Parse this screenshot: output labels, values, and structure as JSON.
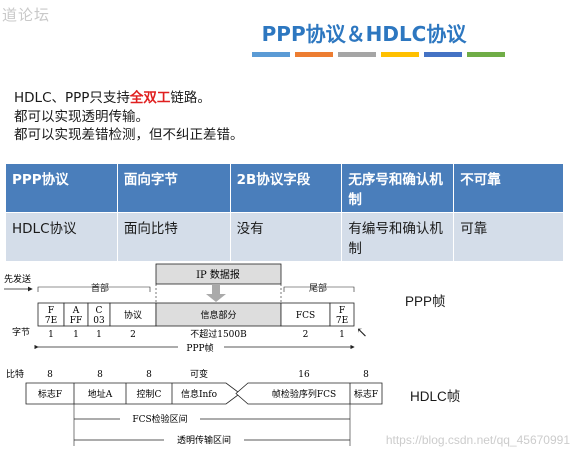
{
  "header": {
    "logo_text": "道论坛",
    "title": "PPP协议＆HDLC协议",
    "accent_colors": [
      "#5b9bd5",
      "#ed7d31",
      "#a5a5a5",
      "#ffc000",
      "#4472c4",
      "#70ad47"
    ]
  },
  "bullets": [
    {
      "before": "HDLC、PPP只支持",
      "highlight": "全双工",
      "after": "链路。"
    },
    {
      "before": "都可以实现透明传输。",
      "highlight": "",
      "after": ""
    },
    {
      "before": "都可以实现差错检测，但不纠正差错。",
      "highlight": "",
      "after": ""
    }
  ],
  "table": {
    "rows": [
      [
        "PPP协议",
        "面向字节",
        "2B协议字段",
        "无序号和确认机制",
        "不可靠"
      ],
      [
        "HDLC协议",
        "面向比特",
        "没有",
        "有编号和确认机制",
        "可靠"
      ]
    ]
  },
  "ppp_diagram": {
    "label": "PPP帧",
    "send_first": "先发送",
    "ip_packet": "IP 数据报",
    "header": "首部",
    "trailer": "尾部",
    "fields": [
      "F\n7E",
      "A\nFF",
      "C\n03",
      "协议",
      "信息部分",
      "FCS",
      "F\n7E"
    ],
    "bytes_label": "字节",
    "bytes": [
      "1",
      "1",
      "1",
      "2",
      "不超过1500B",
      "2",
      "1"
    ],
    "frame_caption": "PPP帧"
  },
  "hdlc_diagram": {
    "label": "HDLC帧",
    "bits_label": "比特",
    "bits": [
      "8",
      "8",
      "8",
      "可变",
      "16",
      "8"
    ],
    "fields": [
      "标志F",
      "地址A",
      "控制C",
      "信息Info",
      "帧检验序列FCS",
      "标志F"
    ],
    "fcs_range": "FCS检验区间",
    "transparent_range": "透明传输区间"
  },
  "watermark": "https://blog.csdn.net/qq_45670991"
}
